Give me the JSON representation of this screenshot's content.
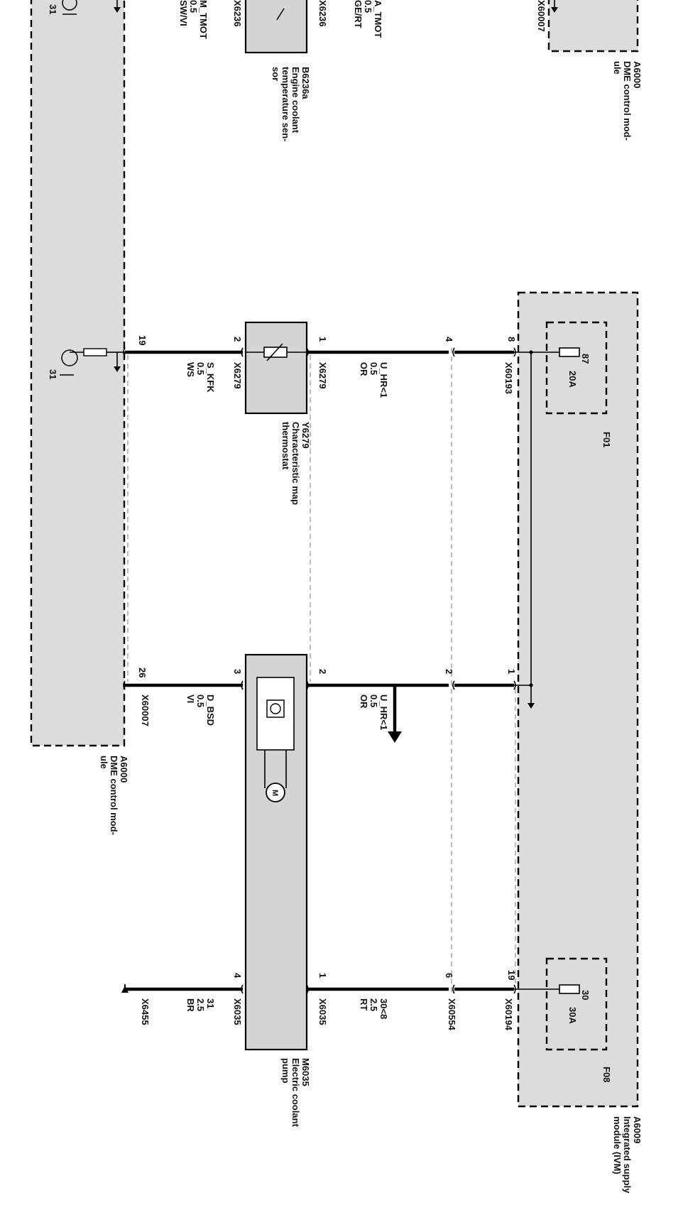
{
  "colors": {
    "module_fill": "#dcdcdc",
    "component_fill": "#d4d4d4",
    "wire": "#000000"
  },
  "modules": {
    "dme_top": {
      "id": "A6000",
      "line1": "DME control mod-",
      "line2": "ule",
      "connector": "X60007"
    },
    "dme_bottom": {
      "id": "A6000",
      "line1": "DME control mod-",
      "line2": "ule",
      "connector": "X60007"
    },
    "ivm": {
      "id": "A6009",
      "line1": "Integrated supply",
      "line2": "module (IVM)"
    }
  },
  "fuses": {
    "f01": {
      "id": "F01",
      "pin": "87",
      "rating": "20A"
    },
    "f08": {
      "id": "F08",
      "pin": "30",
      "rating": "30A"
    }
  },
  "components": {
    "sensor": {
      "id": "B6236a",
      "line1": "Engine coolant",
      "line2": "temperature sen-",
      "line3": "sor",
      "connector": "X6236"
    },
    "thermostat": {
      "id": "Y6279",
      "line1": "Characteristic map",
      "line2": "thermostat",
      "connector": "X6279"
    },
    "pump": {
      "id": "M6035",
      "line1": "Electric coolant",
      "line2": "pump",
      "connector": "X6035",
      "motor_symbol": "M"
    }
  },
  "wires": {
    "a_tmot": {
      "signal": "A_TMOT",
      "size": "0.5",
      "color": "GE/RT"
    },
    "m_tmot": {
      "signal": "M_TMOT",
      "size": "0.5",
      "color": "SW/VI"
    },
    "u_hr_top": {
      "signal": "U_HR<1",
      "size": "0.5",
      "color": "OR"
    },
    "s_kfk": {
      "signal": "S_KFK",
      "size": "0.5",
      "color": "WS"
    },
    "u_hr_pump": {
      "signal": "U_HR<1",
      "size": "0.5",
      "color": "OR"
    },
    "d_bsd": {
      "signal": "D_BSD",
      "size": "0.5",
      "color": "VI"
    },
    "k30": {
      "signal": "30<8",
      "size": "2.5",
      "color": "RT"
    },
    "gnd": {
      "signal": "31",
      "size": "2.5",
      "color": "BR"
    }
  },
  "connectors": {
    "x60193": "X60193",
    "x60194": "X60194",
    "x60554": "X60554",
    "x6455": "X6455"
  },
  "pins": {
    "ivm_8": "8",
    "ivm_1": "1",
    "ivm_19": "19",
    "splice_4": "4",
    "splice_2": "2",
    "splice_6": "6",
    "therm_1": "1",
    "therm_2": "2",
    "pump_2": "2",
    "pump_3": "3",
    "pump_1": "1",
    "pump_4": "4",
    "dme_19": "19",
    "dme_26": "26",
    "ground_top": "31",
    "ground_mid": "31"
  }
}
